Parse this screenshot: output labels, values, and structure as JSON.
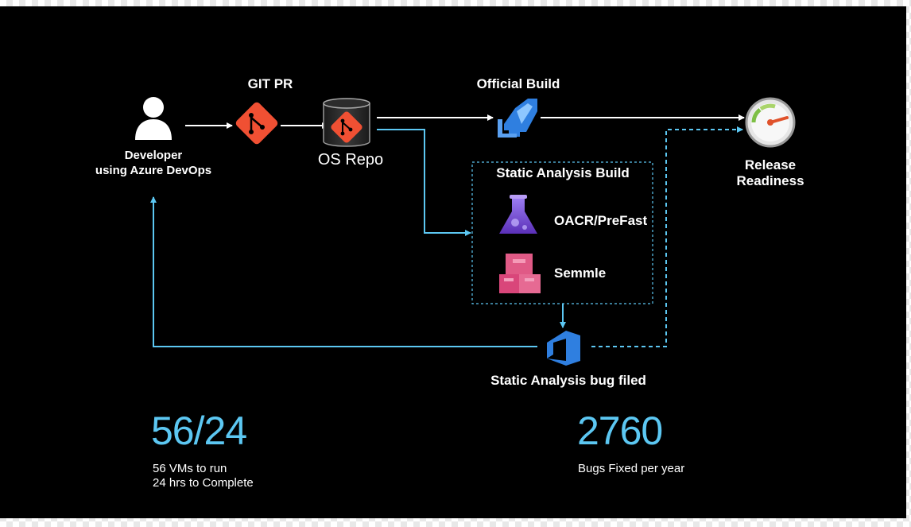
{
  "nodes": {
    "developer_line1": "Developer",
    "developer_line2": "using Azure DevOps",
    "git_pr": "GIT PR",
    "os_repo": "OS Repo",
    "official_build": "Official Build",
    "release_line1": "Release",
    "release_line2": "Readiness",
    "static_analysis_build": "Static Analysis Build",
    "oacr": "OACR/PreFast",
    "semmle": "Semmle",
    "bug_filed": "Static Analysis bug filed"
  },
  "stats": [
    {
      "value": "56/24",
      "line1": "56 VMs to run",
      "line2": "24 hrs to Complete"
    },
    {
      "value": "2760",
      "line1": "Bugs Fixed per year",
      "line2": ""
    }
  ],
  "colors": {
    "background": "#000000",
    "accent_cyan": "#5cc7f2",
    "git_orange": "#f05033",
    "azure_blue": "#2f7fe0",
    "flask_purple": "#7b52d6",
    "semmle_pink": "#e05a86"
  },
  "icons": [
    "person-icon",
    "git-icon",
    "database-icon",
    "azure-pipelines-icon",
    "gauge-icon",
    "flask-icon",
    "boxes-icon",
    "azure-devops-icon"
  ]
}
